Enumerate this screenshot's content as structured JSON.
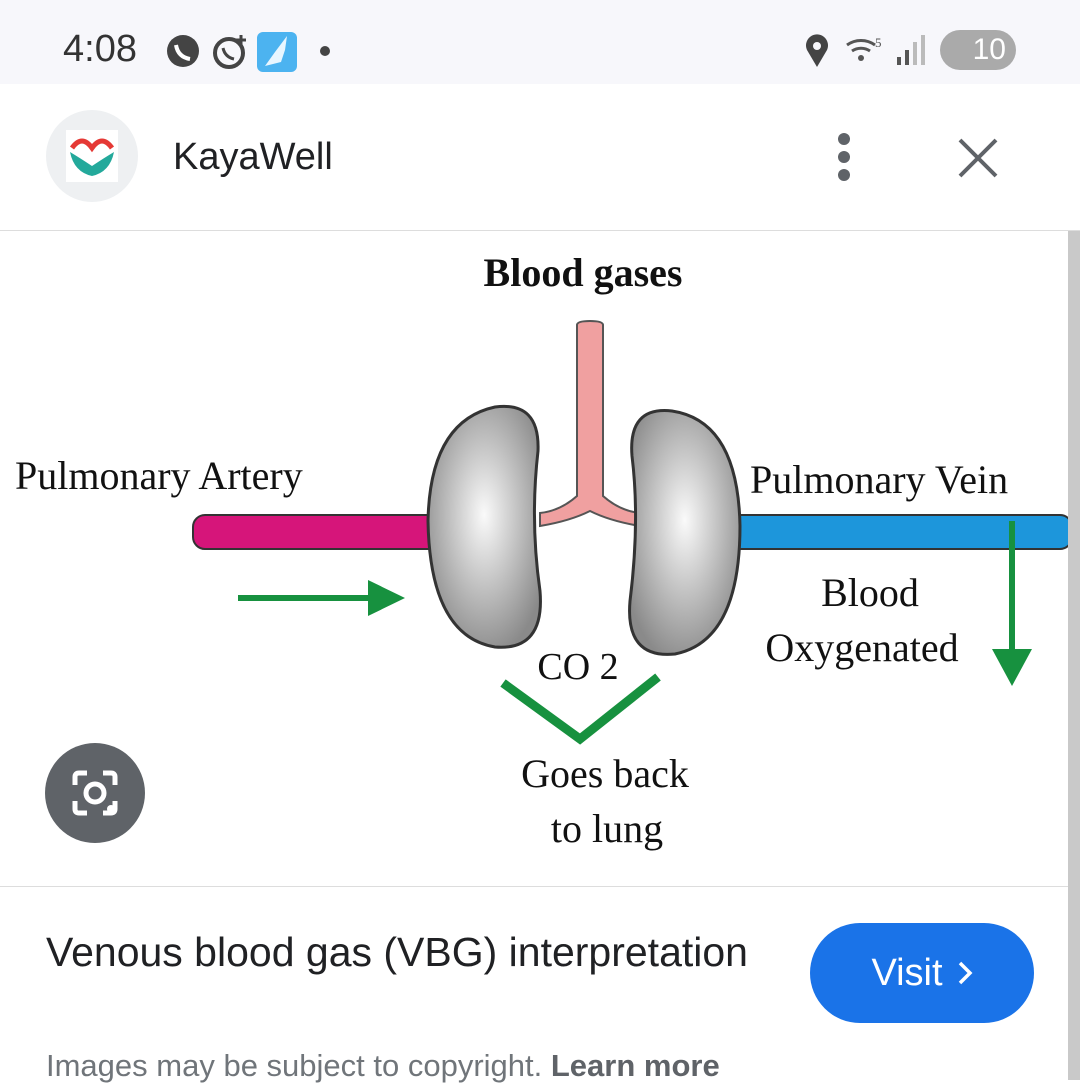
{
  "status_bar": {
    "time": "4:08",
    "battery": "10"
  },
  "header": {
    "site_name": "KayaWell"
  },
  "diagram": {
    "title": "Blood gases",
    "left_label": "Pulmonary Artery",
    "right_label": "Pulmonary Vein",
    "blood_line1": "Blood",
    "blood_line2": "Oxygenated",
    "co2": "CO 2",
    "goes_line1": "Goes back",
    "goes_line2": "to lung"
  },
  "result": {
    "title": "Venous blood gas (VBG) interpretation",
    "visit_label": "Visit",
    "copyright": "Images may be subject to copyright.",
    "learn_more": "Learn more"
  },
  "colors": {
    "accent": "#1a73e8",
    "artery": "#d6157a",
    "vein": "#1d96db",
    "arrow": "#17913f",
    "trachea": "#f0a0a0"
  }
}
